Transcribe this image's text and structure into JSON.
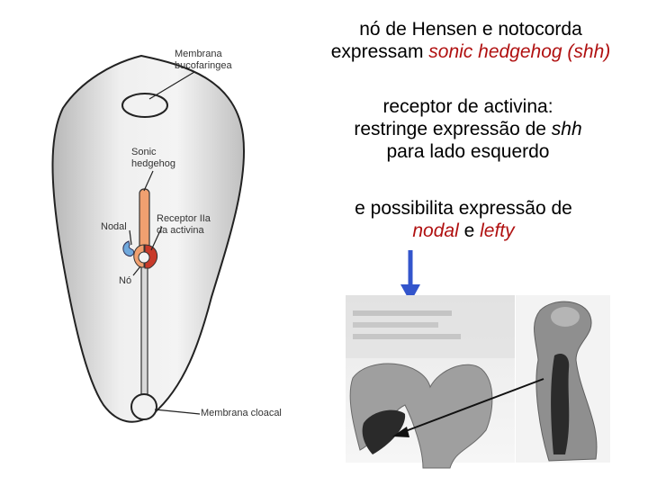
{
  "slide": {
    "title_line1": "nó de Hensen e notocorda",
    "title_line2_pre": "expressam ",
    "title_line2_em": "sonic hedgehog (shh)",
    "para1_line1": "receptor de activina:",
    "para1_line2_pre": "restringe expressão de ",
    "para1_line2_em": "shh",
    "para1_line3": "para lado esquerdo",
    "para2_line1": "e possibilita expressão de",
    "para2_line2_em1": "nodal",
    "para2_line2_mid": " e ",
    "para2_line2_em2": "lefty"
  },
  "diagram": {
    "labels": {
      "membrana_bucofaringea_1": "Membrana",
      "membrana_bucofaringea_2": "bucofaringea",
      "sonic_1": "Sonic",
      "sonic_2": "hedgehog",
      "nodal": "Nodal",
      "receptor_1": "Receptor IIa",
      "receptor_2": "da activina",
      "no": "Nó",
      "membrana_cloacal": "Membrana cloacal"
    }
  },
  "colors": {
    "arrow_blue": "#3355cc",
    "highlight_red": "#b01010",
    "shh_orange": "#f0a070",
    "nodal_blue": "#6fa8dc"
  }
}
